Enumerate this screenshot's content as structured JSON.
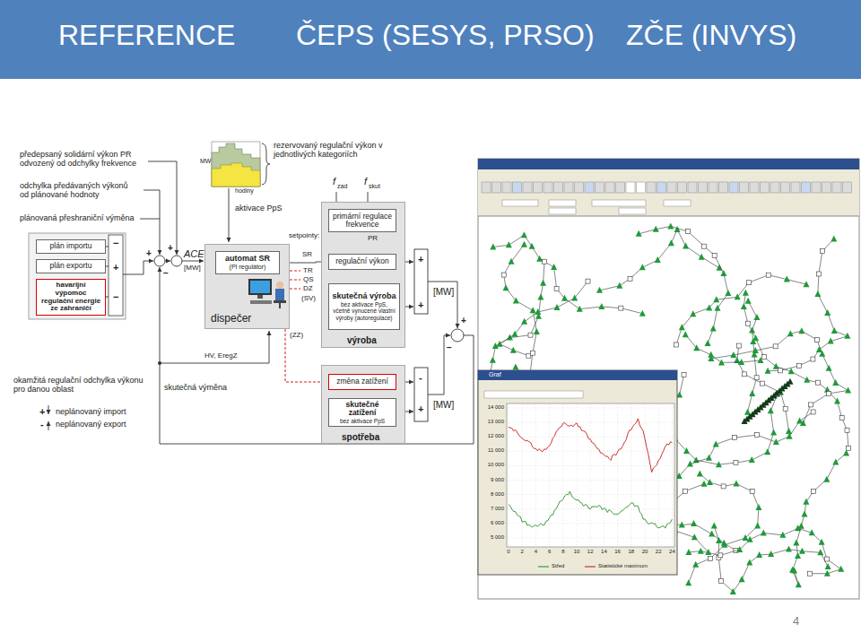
{
  "diagram": {
    "title": "REFERENCE",
    "nodes": [
      {
        "text": [
          "plán importu"
        ]
      },
      {
        "text": [
          "plán exportu"
        ]
      },
      {
        "text": [
          "havarijní výpomoc regulační energie ze zahraničí"
        ]
      },
      {
        "text": [
          "dispečer"
        ]
      },
      {
        "text": [
          "automat SR",
          "(PI regulátor)"
        ],
        "in": 3
      },
      {
        "text": [
          "výroba"
        ]
      },
      {
        "text": [
          "primární regulace frekvence"
        ],
        "in": 5
      },
      {
        "text": [
          "regulační výkon"
        ],
        "in": 5
      },
      {
        "text": [
          "skutečná výroba",
          "bez aktivace PpS, včetně vynucené vlastní výroby (autoregulace)"
        ],
        "in": 5
      },
      {
        "text": [
          "spotřeba"
        ]
      },
      {
        "text": [
          "změna zatížení"
        ],
        "in": 9
      },
      {
        "text": [
          "skutečné zatížení",
          "bez aktivace PpS"
        ],
        "in": 9
      }
    ],
    "edges": [
      {
        "from": 4,
        "to": 7,
        "label": "SR",
        "arrow": "to"
      },
      {
        "from": 6,
        "to": 7,
        "arrow": "to"
      },
      {
        "from": 3,
        "to": 10,
        "label": "(ZZ)",
        "arrow": "to"
      }
    ],
    "labels": [
      "ČEPS (SESYS, PRSO)",
      "ZČE (INVYS)",
      "předepsaný solidární výkon PR odvozený od odchylky frekvence",
      "odchylka předávaných výkonů od plánované hodnoty",
      "plánovaná přeshraniční výměna",
      "−",
      "+",
      "−",
      "+",
      "+",
      "−",
      "ACE",
      "[MW]",
      "MW",
      "hodiny",
      "rezervovaný regulační výkon v jednotlivých kategoriích",
      "aktivace PpS",
      "setpointy:",
      "TR",
      "QS",
      "DZ",
      "(SV)",
      "f",
      "zad",
      "f",
      "skut",
      "PR",
      "+",
      "+",
      "[MW]",
      "-",
      "+",
      "[MW]",
      "+",
      "−",
      "okamžitá regulační odchylka výkonu pro danou oblast",
      "skutečná výměna",
      "+",
      "neplánovaný import",
      "-",
      "neplánovaný export",
      "HV, EregZ",
      "Graf",
      "14 000",
      "13 000",
      "12 000",
      "11 000",
      "10 000",
      "9 000",
      "8 000",
      "7 000",
      "6 000",
      "5 000",
      "0",
      "2",
      "4",
      "6",
      "8",
      "10",
      "12",
      "14",
      "16",
      "18",
      "20",
      "22",
      "24",
      "4"
    ],
    "legend": [
      {
        "text": "Střed"
      },
      {
        "text": "Statistické maximum"
      }
    ]
  }
}
